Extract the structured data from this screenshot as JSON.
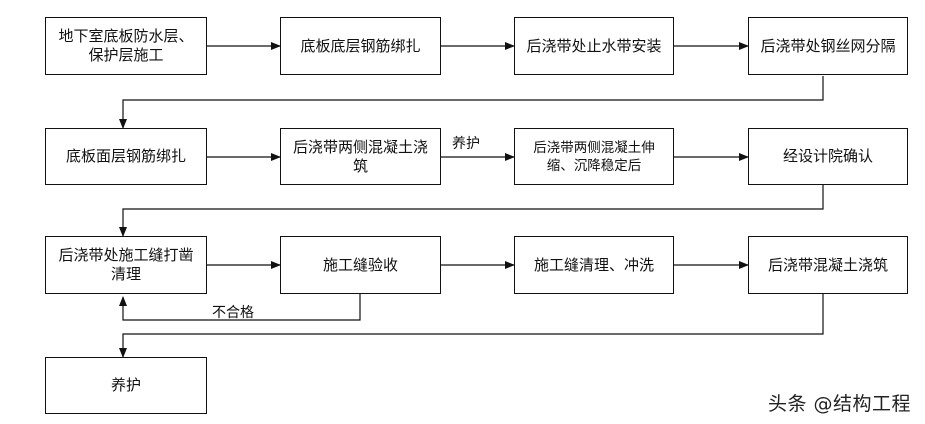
{
  "steps": {
    "s1": "地下室底板防水层、保护层施工",
    "s2": "底板底层钢筋绑扎",
    "s3": "后浇带处止水带安装",
    "s4": "后浇带处钢丝网分隔",
    "s5": "底板面层钢筋绑扎",
    "s6": "后浇带两侧混凝土浇筑",
    "s7": "后浇带两侧混凝土伸缩、沉降稳定后",
    "s8": "经设计院确认",
    "s9": "后浇带处施工缝打凿清理",
    "s10": "施工缝验收",
    "s11": "施工缝清理、冲洗",
    "s12": "后浇带混凝土浇筑",
    "s13": "养护"
  },
  "edge_labels": {
    "curing": "养护",
    "fail": "不合格"
  },
  "watermark": "头条 @结构工程"
}
